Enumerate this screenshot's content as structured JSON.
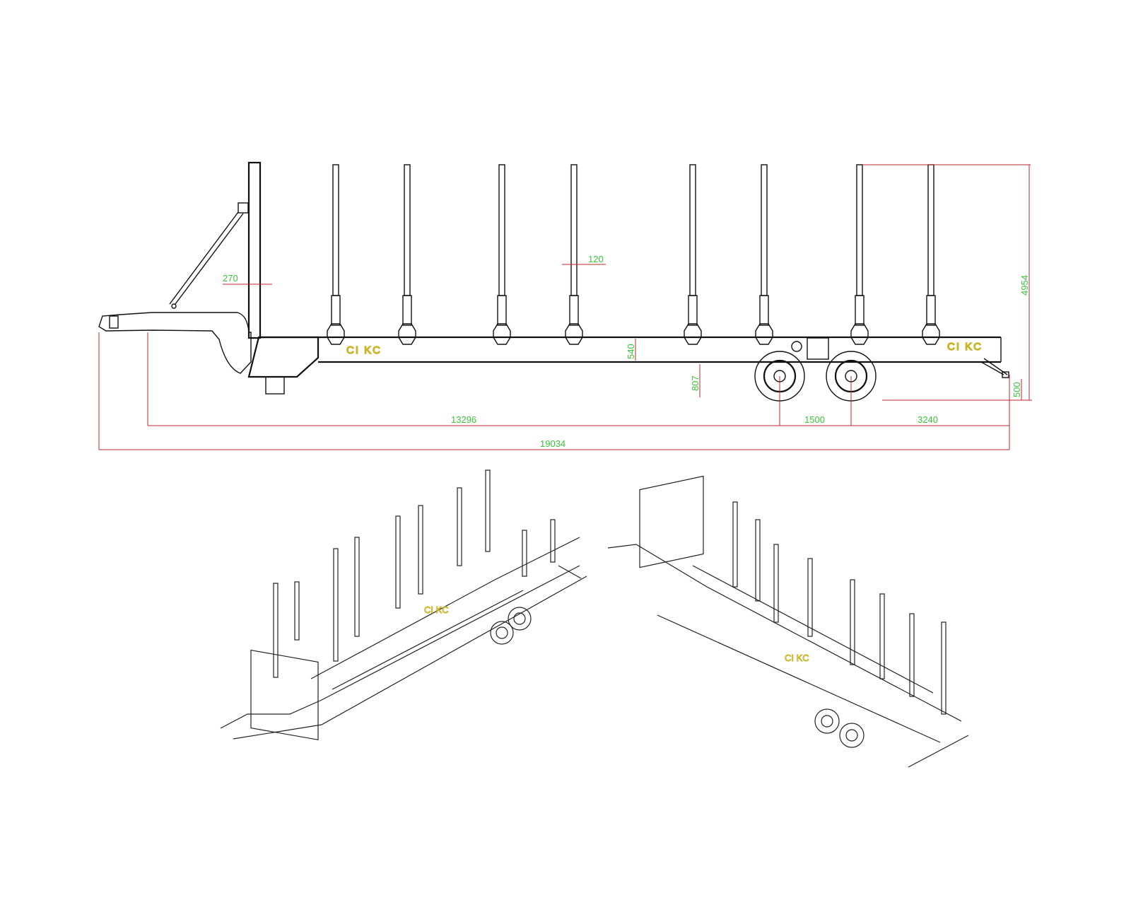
{
  "drawing": {
    "subject": "timber trailer technical drawing",
    "brand_mark": "CI KC",
    "colors": {
      "line": "#111111",
      "dimension_line": "#c2272d",
      "dimension_text": "#3cc43c",
      "brand": "#c9b428",
      "background": "#ffffff"
    }
  },
  "side_view": {
    "stake_count": 8,
    "dimensions": {
      "headboard_width": "270",
      "stake_width": "120",
      "frame_height": "540",
      "frame_ground_clearance": "807",
      "overall_height": "4954",
      "rear_bumper_height": "500",
      "kingpin_to_first_axle": "13296",
      "axle_spacing": "1500",
      "rear_axle_to_end": "3240",
      "overall_length": "19034"
    }
  },
  "isometric_views": [
    {
      "label": "front-left isometric view",
      "brand_mark": "CI KC"
    },
    {
      "label": "rear-right isometric view",
      "brand_mark": "CI KC"
    }
  ]
}
